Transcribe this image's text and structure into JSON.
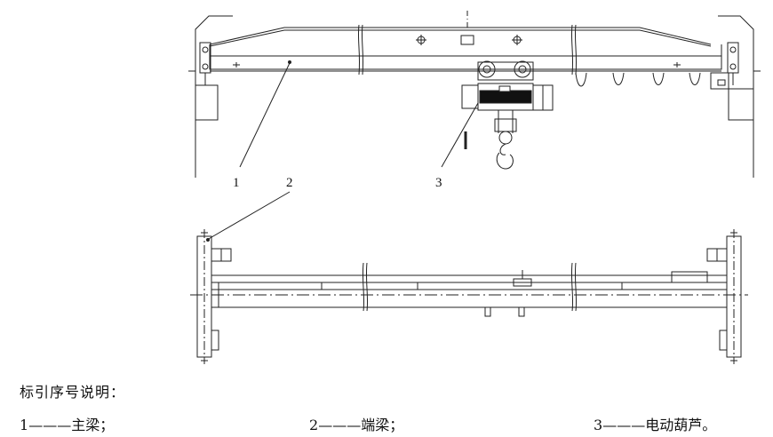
{
  "callouts": {
    "c1": "1",
    "c2": "2",
    "c3": "3"
  },
  "legend": {
    "title": "标引序号说明：",
    "items": [
      {
        "num": "1",
        "dash": "———",
        "text": "主梁；"
      },
      {
        "num": "2",
        "dash": "———",
        "text": "端梁；"
      },
      {
        "num": "3",
        "dash": "———",
        "text": "电动葫芦。"
      }
    ]
  },
  "colors": {
    "line": "#222222",
    "fill_dark": "#111111"
  }
}
